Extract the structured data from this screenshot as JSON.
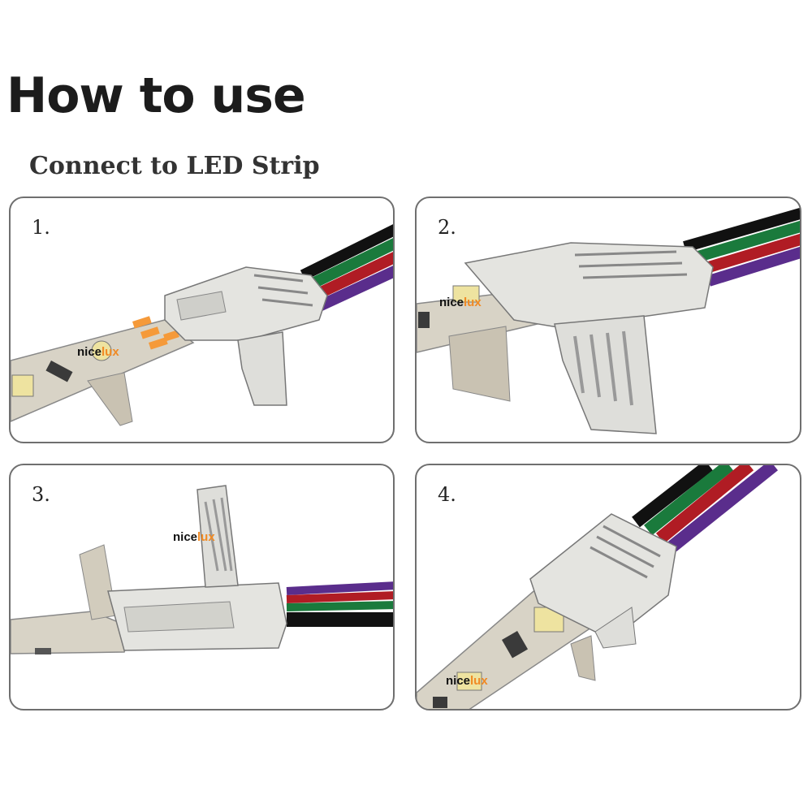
{
  "header": {
    "title": "How to use",
    "subtitle": "Connect to LED Strip"
  },
  "steps": [
    {
      "number": "1."
    },
    {
      "number": "2."
    },
    {
      "number": "3."
    },
    {
      "number": "4."
    }
  ],
  "brand": {
    "logo_text": "nicelux",
    "logo_part1": "nice",
    "logo_part2": "lux"
  },
  "colors": {
    "wire_black": "#111111",
    "wire_green": "#1a7a3c",
    "wire_red": "#b01c24",
    "wire_purple": "#5a2d8c",
    "connector": "#e4e4e0",
    "strip": "#d8d3c6",
    "pad_orange": "#f59a3a"
  }
}
